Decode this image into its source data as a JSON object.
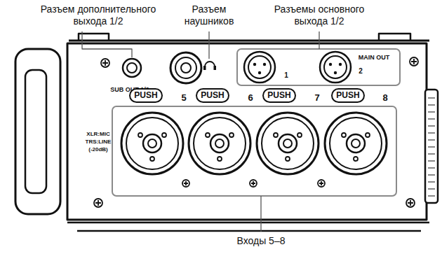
{
  "diagram": {
    "nodes": [
      {
        "text": [
          "PUSH"
        ]
      },
      {
        "text": [
          "PUSH"
        ]
      },
      {
        "text": [
          "PUSH"
        ]
      },
      {
        "text": [
          "PUSH"
        ]
      }
    ],
    "labels": [
      "Разъем дополнительного выхода 1/2",
      "Разъем наушников",
      "Разъемы основного выхода 1/2",
      "SUB OUT 1/2",
      "MAIN OUT",
      "1",
      "2",
      "5",
      "6",
      "7",
      "8",
      "XLR:MIC",
      "TRS:LINE",
      "(-20dB)",
      "Входы 5–8"
    ]
  }
}
